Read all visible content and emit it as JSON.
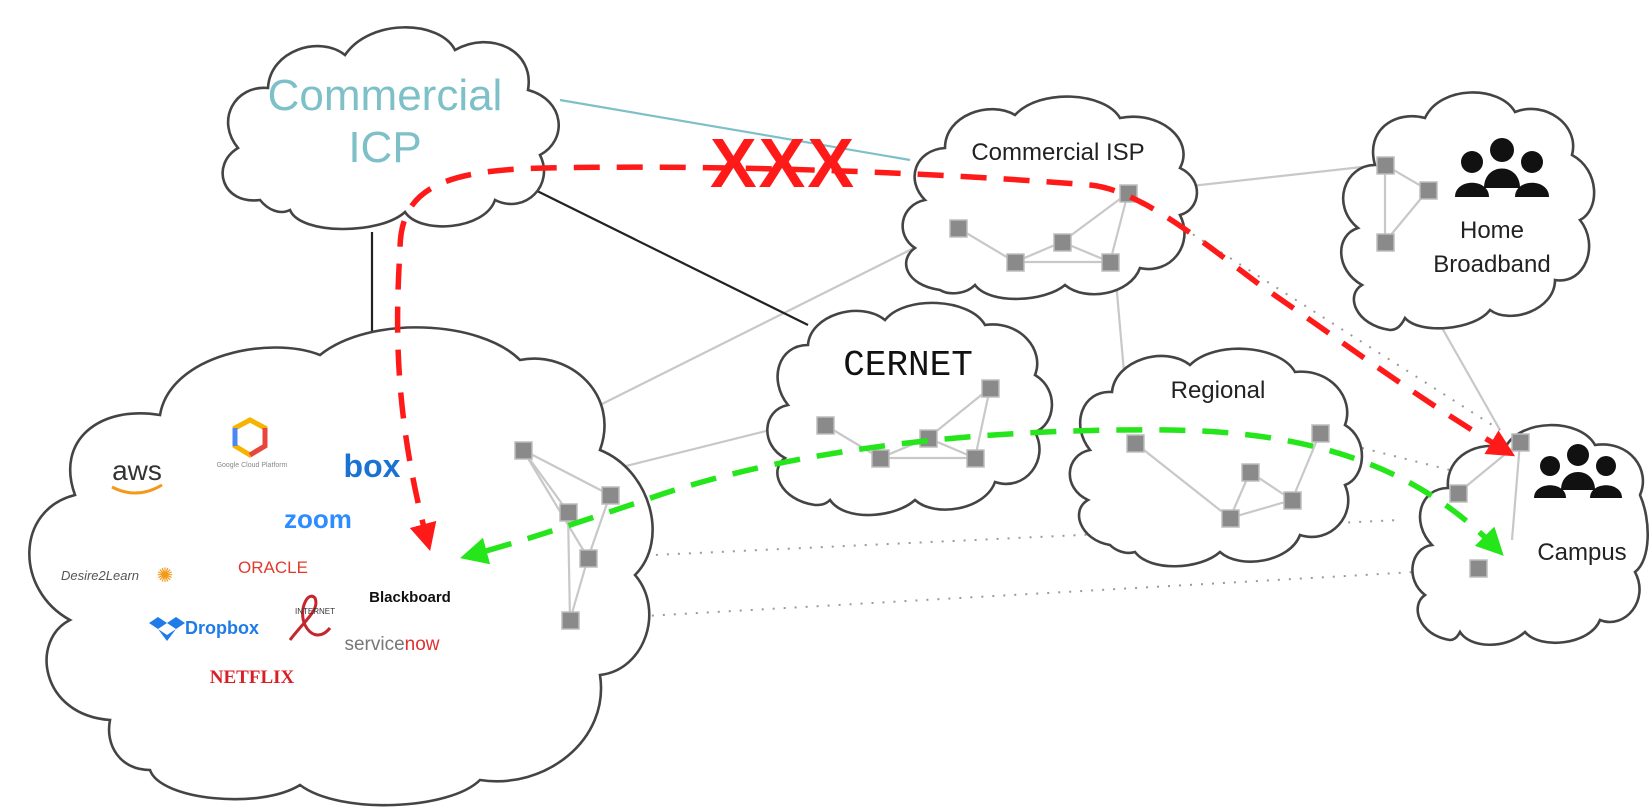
{
  "clouds": {
    "commercial_icp": {
      "line1": "Commercial",
      "line2": "ICP"
    },
    "commercial_isp": {
      "label": "Commercial ISP"
    },
    "home_broadband": {
      "line1": "Home",
      "line2": "Broadband"
    },
    "cernet": {
      "label": "CERNET"
    },
    "regional": {
      "label": "Regional"
    },
    "campus": {
      "label": "Campus"
    }
  },
  "blocked_marker": "XXX",
  "service_logos": {
    "aws": "aws",
    "google_cloud": "Google Cloud Platform",
    "box": "box",
    "zoom": "zoom",
    "desire2learn": "Desire2Learn",
    "oracle": "ORACLE",
    "blackboard": "Blackboard",
    "dropbox": "Dropbox",
    "internet2": "INTERNET",
    "servicenow_a": "service",
    "servicenow_b": "now",
    "netflix": "NETFLIX"
  },
  "colors": {
    "blocked_route": "#ff1a1a",
    "edu_route": "#25e61b",
    "icp_text": "#7ec0c8"
  },
  "icons": [
    "people-group-icon",
    "people-group-icon"
  ]
}
